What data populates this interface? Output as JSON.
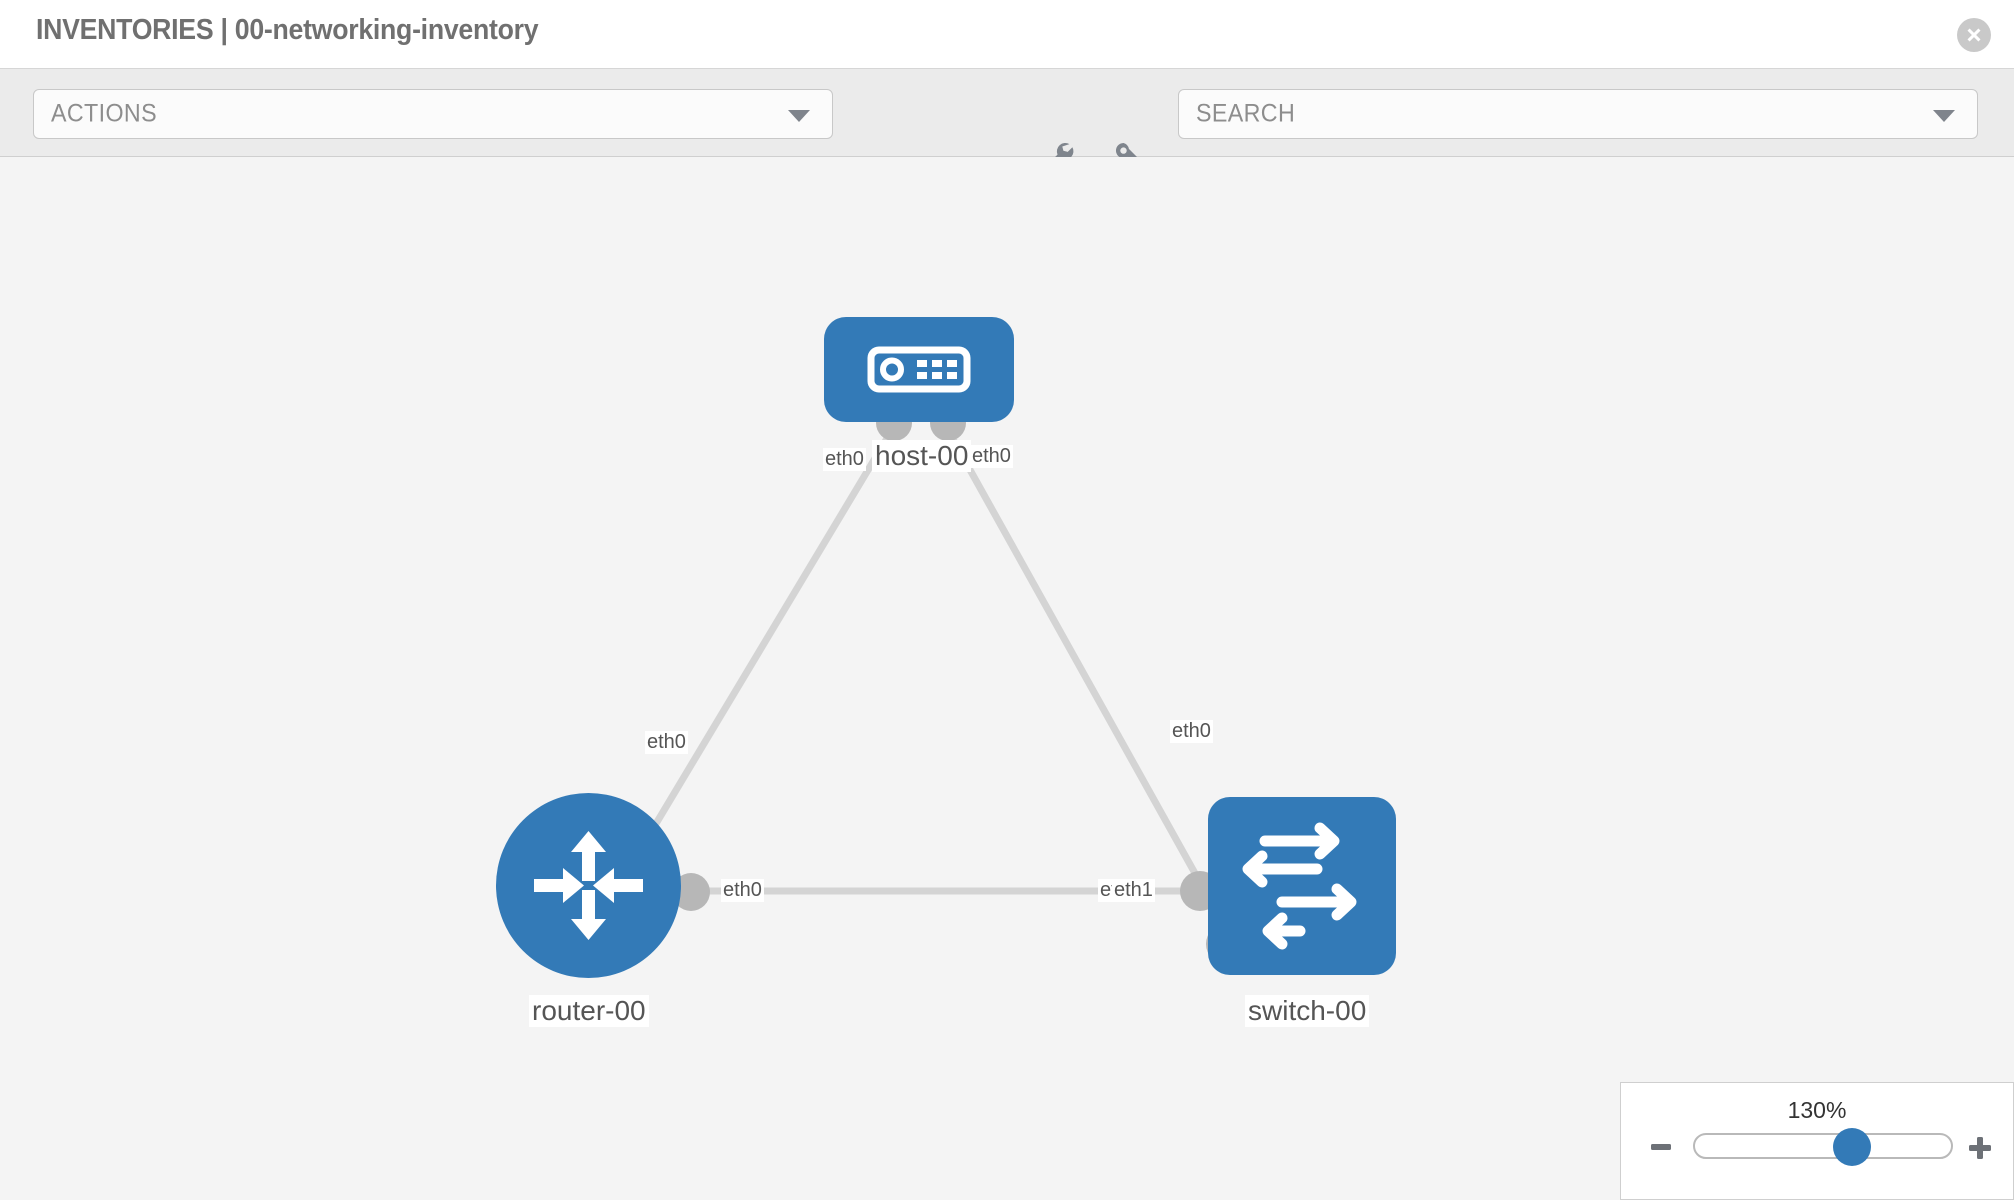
{
  "header": {
    "title": "INVENTORIES | 00-networking-inventory",
    "close_icon": "close-circle-icon"
  },
  "toolbar": {
    "actions_label": "ACTIONS",
    "actions_caret_icon": "chevron-down-icon",
    "wrench_icon": "wrench-icon",
    "key_icon": "key-icon",
    "search_placeholder": "SEARCH",
    "search_caret_icon": "chevron-down-icon"
  },
  "topology": {
    "nodes": [
      {
        "id": "host-00",
        "label": "host-00",
        "type": "host",
        "icon": "server-icon",
        "shape": "rounded",
        "color": "#337ab7"
      },
      {
        "id": "router-00",
        "label": "router-00",
        "type": "router",
        "icon": "router-arrows-icon",
        "shape": "circle",
        "color": "#337ab7"
      },
      {
        "id": "switch-00",
        "label": "switch-00",
        "type": "switch",
        "icon": "switch-arrows-icon",
        "shape": "rounded",
        "color": "#337ab7"
      }
    ],
    "links": [
      {
        "from": "host-00",
        "to": "router-00",
        "from_iface": "eth0",
        "to_iface": "eth0"
      },
      {
        "from": "host-00",
        "to": "switch-00",
        "from_iface": "eth0",
        "to_iface": "eth0"
      },
      {
        "from": "router-00",
        "to": "switch-00",
        "from_iface": "eth0",
        "to_iface": "eth1",
        "to_iface_overlap": "eth0"
      }
    ],
    "interface_labels": {
      "host_left": "eth0",
      "host_right": "eth0",
      "router_up": "eth0",
      "switch_up": "eth0",
      "router_right": "eth0",
      "switch_left_back": "eth0",
      "switch_left_front": "eth1"
    },
    "link_color": "#d4d4d4",
    "port_color": "#b7b7b7",
    "canvas_background": "#f4f4f4"
  },
  "zoom": {
    "level": "130%",
    "minus_icon": "minus-icon",
    "plus_icon": "plus-icon",
    "slider_name": "zoom-slider"
  }
}
